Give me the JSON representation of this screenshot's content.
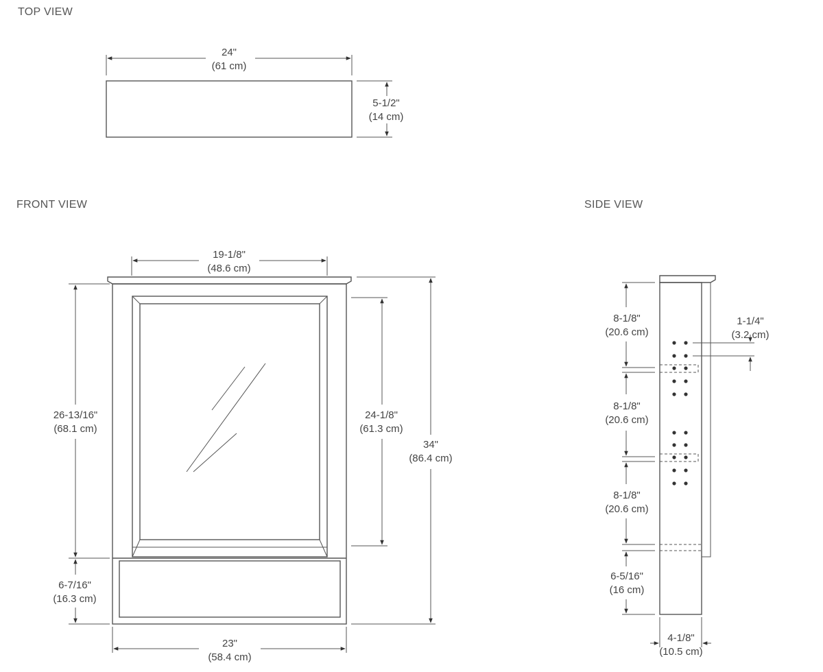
{
  "views": {
    "top": {
      "label": "TOP VIEW"
    },
    "front": {
      "label": "FRONT VIEW"
    },
    "side": {
      "label": "SIDE VIEW"
    }
  },
  "dimensions": {
    "top_width": {
      "in": "24\"",
      "cm": "(61 cm)"
    },
    "top_depth": {
      "in": "5-1/2\"",
      "cm": "(14 cm)"
    },
    "front_mirror_width": {
      "in": "19-1/8\"",
      "cm": "(48.6 cm)"
    },
    "front_upper_height": {
      "in": "26-13/16\"",
      "cm": "(68.1 cm)"
    },
    "front_mirror_height": {
      "in": "24-1/8\"",
      "cm": "(61.3 cm)"
    },
    "front_total_height": {
      "in": "34\"",
      "cm": "(86.4 cm)"
    },
    "front_base_height": {
      "in": "6-7/16\"",
      "cm": "(16.3 cm)"
    },
    "front_width": {
      "in": "23\"",
      "cm": "(58.4 cm)"
    },
    "side_shelf_1": {
      "in": "8-1/8\"",
      "cm": "(20.6 cm)"
    },
    "side_hole_spacing": {
      "in": "1-1/4\"",
      "cm": "(3.2 cm)"
    },
    "side_shelf_2": {
      "in": "8-1/8\"",
      "cm": "(20.6 cm)"
    },
    "side_shelf_3": {
      "in": "8-1/8\"",
      "cm": "(20.6 cm)"
    },
    "side_base": {
      "in": "6-5/16\"",
      "cm": "(16 cm)"
    },
    "side_depth": {
      "in": "4-1/8\"",
      "cm": "(10.5 cm)"
    }
  }
}
